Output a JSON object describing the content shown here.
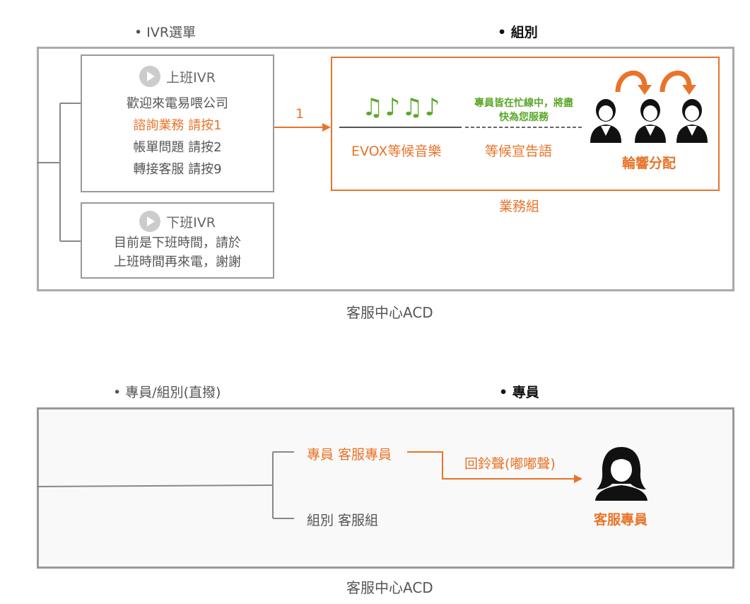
{
  "top": {
    "label_ivr_menu": "• IVR選單",
    "label_group": "• 組別",
    "day_ivr": {
      "title": "上班IVR",
      "lines": [
        "歡迎來電易喂公司",
        "諮詢業務 請按1",
        "帳單問題 請按2",
        "轉接客服 請按9"
      ]
    },
    "night_ivr": {
      "title": "下班IVR",
      "lines": [
        "目前是下班時間，請於",
        "上班時間再來電，謝謝"
      ]
    },
    "arrow_digit": "1",
    "music_notes": "♫♪♫♪",
    "evox_label": "EVOX等候音樂",
    "busy_message_line1": "專員皆在忙線中，將盡",
    "busy_message_line2": "快為您服務",
    "announce_label": "等候宣告語",
    "round_robin_label": "輪響分配",
    "group_name": "業務組",
    "caption": "客服中心ACD"
  },
  "bottom": {
    "label_agent_group": "• 專員/組別(直撥)",
    "label_agent": "• 專員",
    "agent_route": "專員 客服專員",
    "group_route": "組別 客服組",
    "ringback_label": "回鈴聲(嘟嘟聲)",
    "agent_name": "客服專員",
    "caption": "客服中心ACD"
  },
  "colors": {
    "accent_orange": "#e8742a",
    "music_green": "#5aa829",
    "border_gray": "#999999"
  }
}
